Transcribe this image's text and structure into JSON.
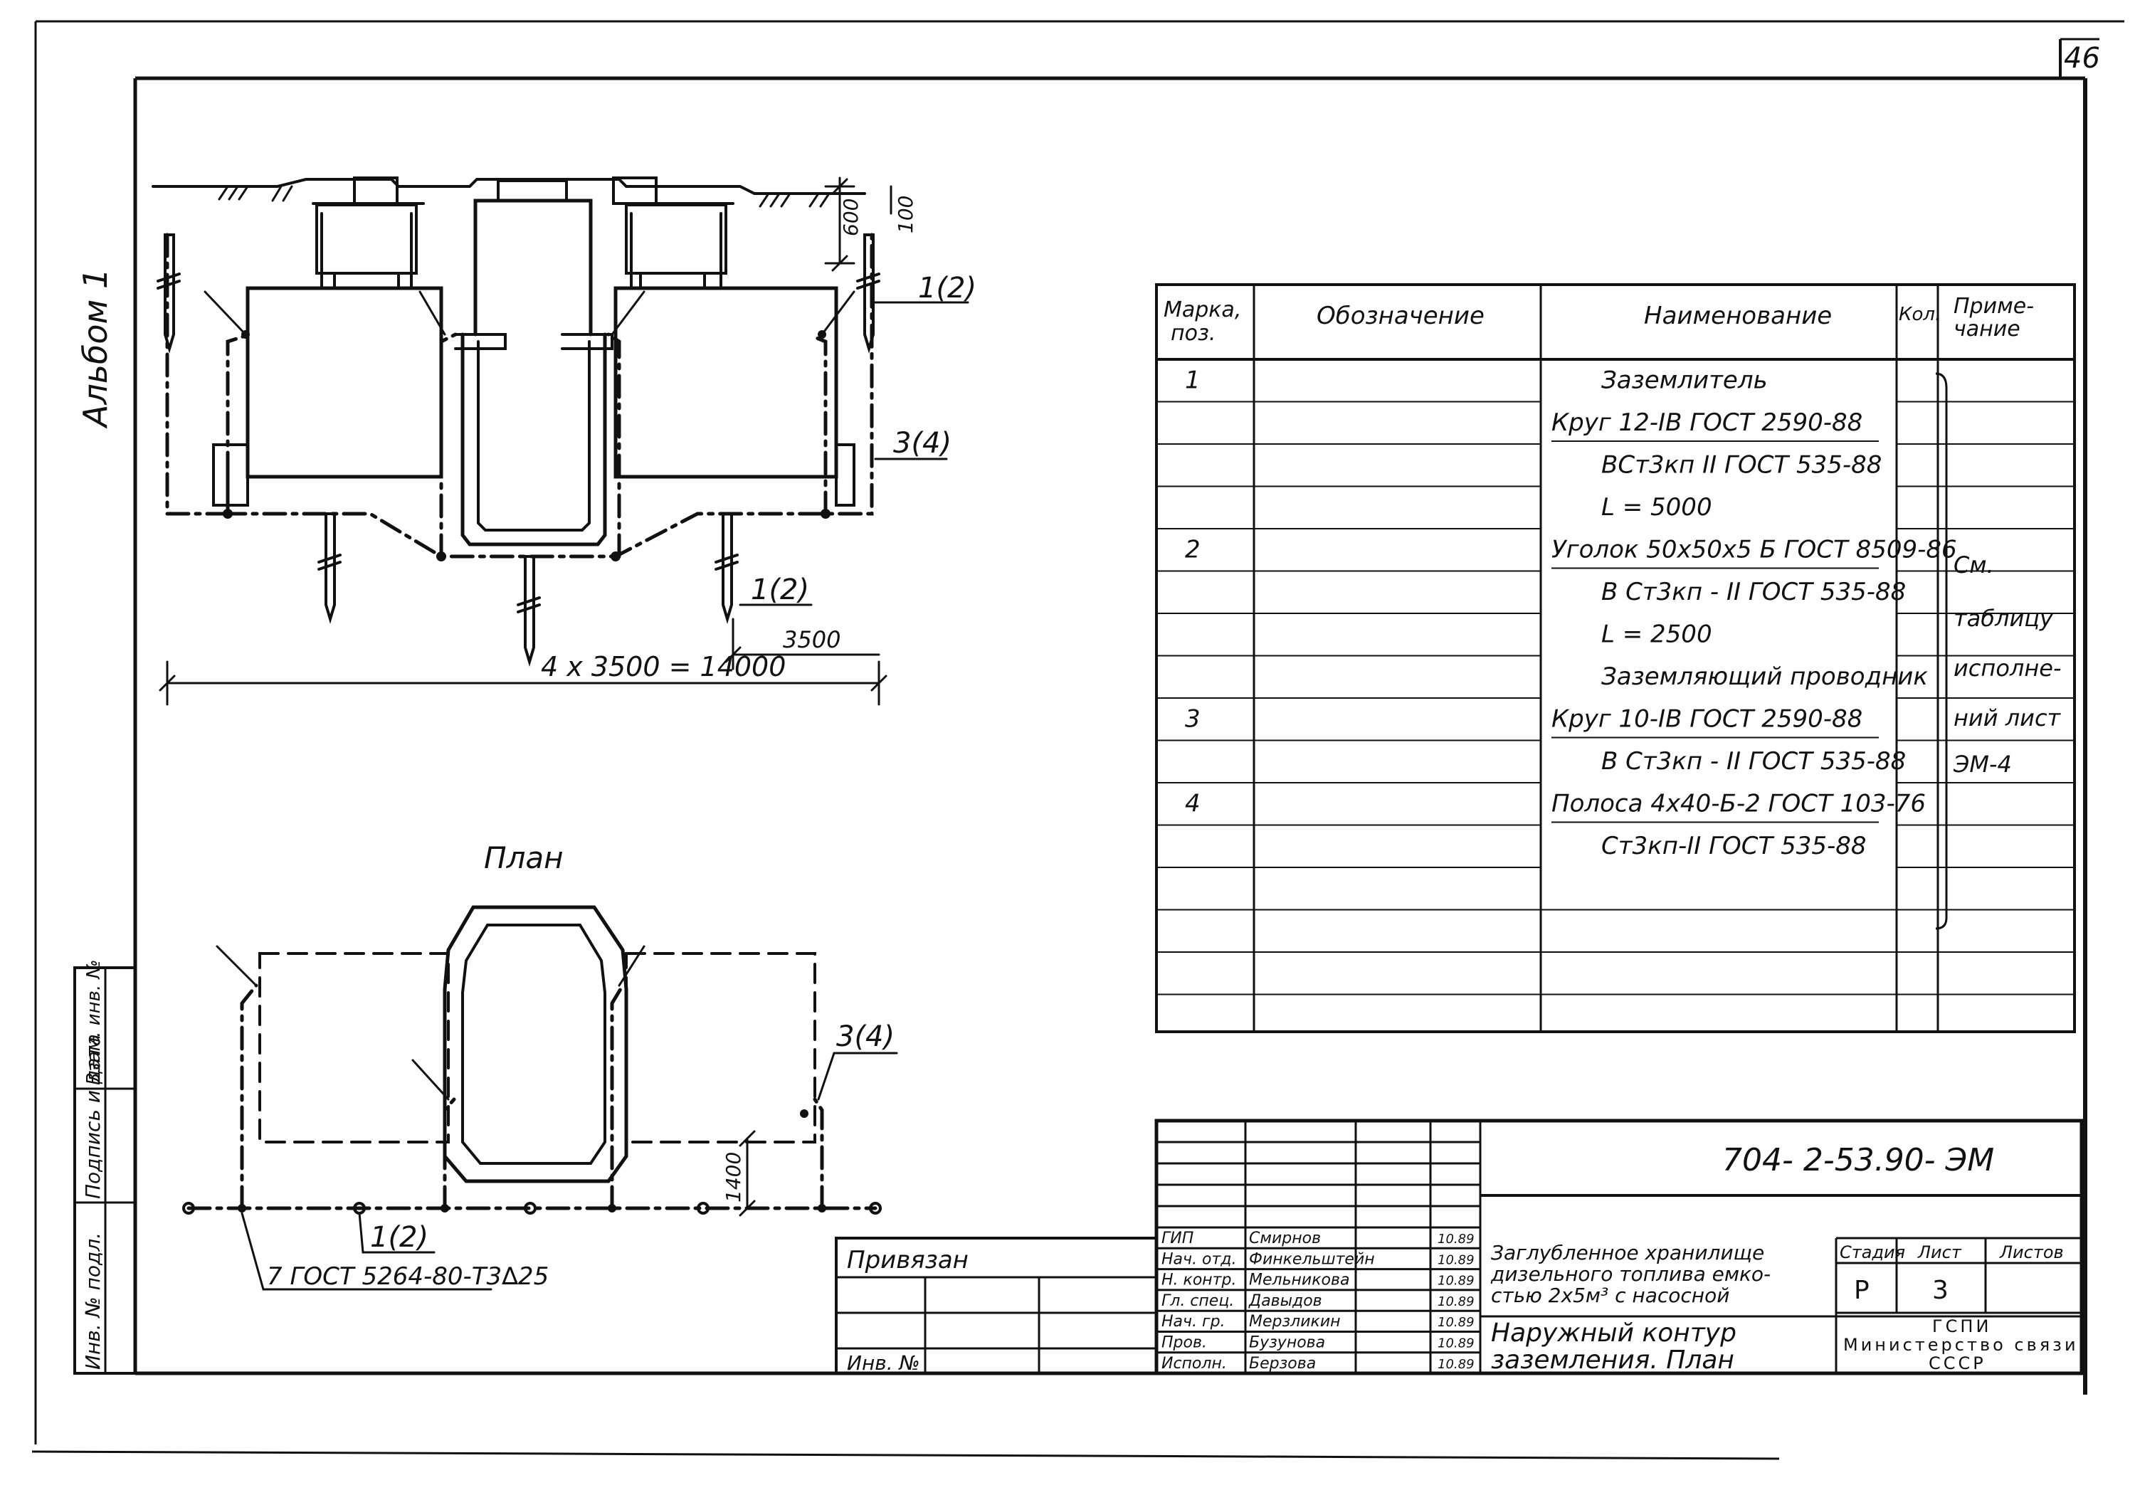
{
  "sheet": {
    "page_number": "46",
    "album_label": "Альбом 1",
    "plan_title": "План"
  },
  "section_drawing": {
    "callout_1": "1(2)",
    "callout_2": "3(4)",
    "callout_3": "1(2)",
    "dim_600": "600",
    "dim_100": "100",
    "dim_3500": "3500",
    "dim_total": "4 х 3500 = 14000"
  },
  "plan_drawing": {
    "callout_1": "3(4)",
    "callout_2": "1(2)",
    "dim_1400": "1400",
    "note": "7 ГОСТ 5264-80-Т3∆25"
  },
  "spec_table": {
    "headers": {
      "mark": "Марка, поз.",
      "mark_l1": "Марка,",
      "mark_l2": "поз.",
      "designation": "Обозначение",
      "name": "Наименование",
      "qty": "Кол.",
      "note": "Приме- чание",
      "note_l1": "Приме-",
      "note_l2": "чание"
    },
    "rows": [
      {
        "mark": "1",
        "name": "Заземлитель",
        "underline": false
      },
      {
        "mark": "",
        "name": "Круг 12-IВ ГОСТ 2590-88",
        "underline": true
      },
      {
        "mark": "",
        "name": "ВСт3кп II ГОСТ 535-88",
        "underline": false
      },
      {
        "mark": "",
        "name": "L = 5000",
        "underline": false
      },
      {
        "mark": "2",
        "name": "Уголок 50х50х5 Б ГОСТ 8509-86",
        "underline": true
      },
      {
        "mark": "",
        "name": "В Ст3кп - II ГОСТ 535-88",
        "underline": false
      },
      {
        "mark": "",
        "name": "L = 2500",
        "underline": false
      },
      {
        "mark": "",
        "name": "Заземляющий проводник",
        "underline": false
      },
      {
        "mark": "3",
        "name": "Круг 10-IВ ГОСТ 2590-88",
        "underline": true
      },
      {
        "mark": "",
        "name": "В Ст3кп - II ГОСТ 535-88",
        "underline": false
      },
      {
        "mark": "4",
        "name": "Полоса 4х40-Б-2 ГОСТ 103-76",
        "underline": true
      },
      {
        "mark": "",
        "name": "Ст3кп-II ГОСТ 535-88",
        "underline": false
      }
    ],
    "note_lines": [
      "См.",
      "таблицу",
      "исполне-",
      "ний лист",
      "ЭМ-4"
    ]
  },
  "left_stamp": {
    "cells": [
      "Инв. № подл.",
      "Подпись и дата",
      "Взам. инв. №"
    ]
  },
  "attached": {
    "label": "Привязан",
    "inv_label": "Инв. №"
  },
  "title_block": {
    "code": "704- 2-53.90- ЭМ",
    "signatures": [
      {
        "role": "ГИП",
        "name": "Смирнов",
        "date": "10.89"
      },
      {
        "role": "Нач. отд.",
        "name": "Финкельштейн",
        "date": "10.89"
      },
      {
        "role": "Н. контр.",
        "name": "Мельникова",
        "date": "10.89"
      },
      {
        "role": "Гл. спец.",
        "name": "Давыдов",
        "date": "10.89"
      },
      {
        "role": "Нач. гр.",
        "name": "Мерзликин",
        "date": "10.89"
      },
      {
        "role": "Пров.",
        "name": "Бузунова",
        "date": "10.89"
      },
      {
        "role": "Исполн.",
        "name": "Берзова",
        "date": "10.89"
      }
    ],
    "project_lines": [
      "Заглубленное хранилище",
      "дизельного топлива емко-",
      "стью 2х5м³ с насосной"
    ],
    "sheet_title_lines": [
      "Наружный контур",
      "заземления.  План"
    ],
    "stage_label": "Стадия",
    "sheet_label": "Лист",
    "sheets_label": "Листов",
    "stage": "Р",
    "sheet": "3",
    "sheets": "",
    "org_lines": [
      "ГСПИ",
      "Министерство связи",
      "СССР"
    ]
  }
}
